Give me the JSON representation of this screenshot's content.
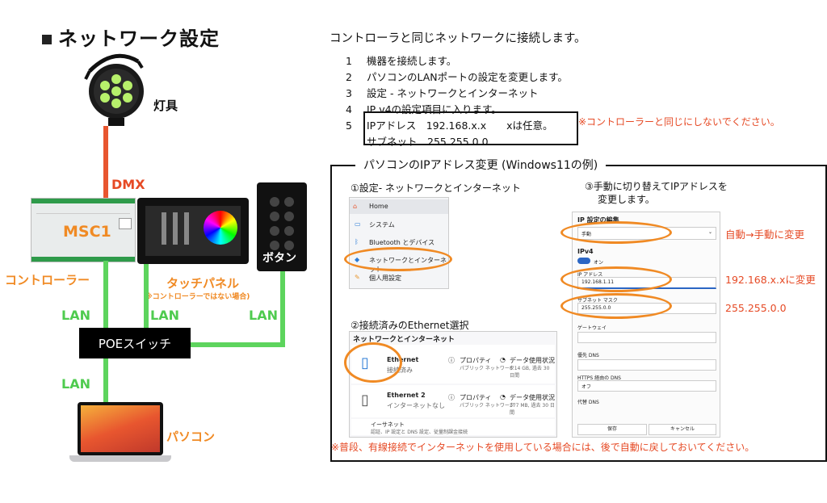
{
  "left": {
    "title": "ネットワーク設定",
    "fixture_label": "灯具",
    "dmx_label": "DMX",
    "controller_name": "MSC1",
    "controller_label": "コントローラー",
    "touch_panel_label": "タッチパネル",
    "touch_panel_note": "※コントローラーではない場合)",
    "button_label": "ボタン",
    "lan_labels": [
      "LAN",
      "LAN",
      "LAN",
      "LAN"
    ],
    "switch_label": "POEスイッチ",
    "pc_label": "パソコン"
  },
  "right": {
    "heading": "コントローラと同じネットワークに接続します。",
    "steps": [
      {
        "n": "1",
        "text": "機器を接続します。"
      },
      {
        "n": "2",
        "text": "パソコンのLANポートの設定を変更します。"
      },
      {
        "n": "3",
        "text": "設定 - ネットワークとインターネット"
      },
      {
        "n": "4",
        "text": "IP v4の設定項目に入ります。"
      },
      {
        "n": "5",
        "text": "IPアドレス　192.168.x.x　　xは任意。"
      }
    ],
    "subnet_line": "サブネット　255.255.0.0",
    "warning": "※コントローラーと同じにしないでください。",
    "panel_title": "パソコンのIPアドレス変更 (Windows11の例)",
    "sub1_title": "①設定- ネットワークとインターネット",
    "sub2_title": "②接続済みのEthernet選択",
    "sub3_title_line1": "③手動に切り替えてIPアドレスを",
    "sub3_title_line2": "変更します。",
    "menu_items": [
      "Home",
      "システム",
      "Bluetooth とデバイス",
      "ネットワークとインターネット",
      "個人用設定"
    ],
    "net_header": "ネットワークとインターネット",
    "eth1_name": "Ethernet",
    "eth1_status": "接続済み",
    "eth2_name": "Ethernet 2",
    "eth2_status": "インターネットなし",
    "prop_label": "プロパティ",
    "prop_sub": "パブリック ネットワーク",
    "data_label": "データ使用状況",
    "data1_sub": "8.14 GB, 過去 30 日間",
    "data2_sub": "277 MB, 過去 30 日間",
    "ethernet_item": "イーサネット",
    "ethernet_item_sub": "認証、IP 設定と DNS 設定、従量制課金接続",
    "ip_settings_title": "IP 設定の編集",
    "mode_value": "手動",
    "ipv4_label": "IPv4",
    "toggle_text": "オン",
    "ip_label": "IP アドレス",
    "ip_value": "192.168.1.11",
    "mask_label": "サブネット マスク",
    "mask_value": "255.255.0.0",
    "gateway_label": "ゲートウェイ",
    "dns_label": "優先 DNS",
    "https_label": "HTTPS 経由の DNS",
    "https_value": "オフ",
    "alt_dns_label": "代替 DNS",
    "save_label": "保存",
    "cancel_label": "キャンセル",
    "note_auto_manual": "自動→手動に変更",
    "note_ip": "192.168.x.xに変更",
    "note_mask": "255.255.0.0",
    "bottom_note": "※普段、有線接続でインターネットを使用している場合には、後で自動に戻しておいてください。"
  }
}
